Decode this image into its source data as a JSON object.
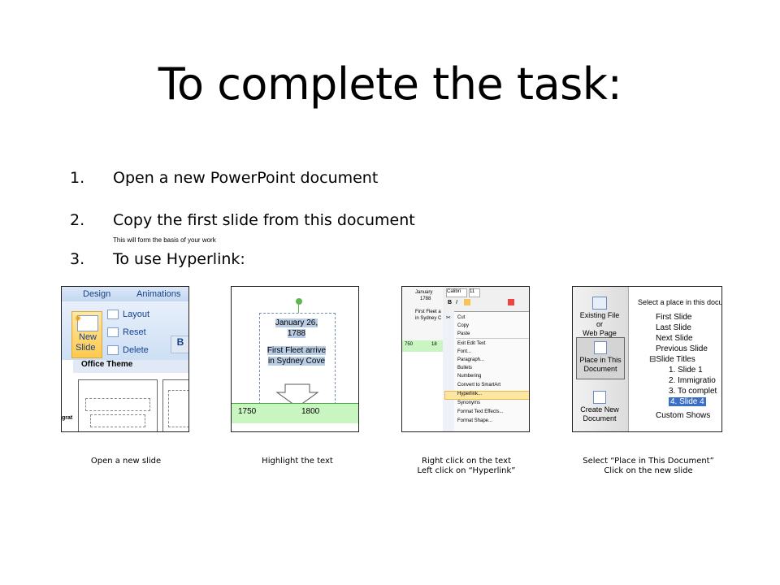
{
  "title": "To complete the task:",
  "steps": [
    {
      "num": "1.",
      "text": "Open a new PowerPoint document"
    },
    {
      "num": "2.",
      "text": "Copy the first slide from this document"
    },
    {
      "num": "3.",
      "text": "To use Hyperlink:"
    }
  ],
  "note": "This will form the basis of your work",
  "screens": {
    "s1": {
      "tab_design": "Design",
      "tab_animations": "Animations",
      "new_slide_line1": "New",
      "new_slide_line2": "Slide",
      "layout": "Layout",
      "reset": "Reset",
      "delete": "Delete",
      "office_theme": "Office Theme",
      "bold": "B",
      "grat": "grat"
    },
    "s2": {
      "date_line1": "January 26,",
      "date_line2": "1788",
      "event_line1": "First Fleet arrive",
      "event_line2": "in Sydney Cove",
      "year1": "1750",
      "year2": "1800"
    },
    "s3": {
      "font": "Calibri",
      "size": "11",
      "cut": "Cut",
      "copy": "Copy",
      "paste": "Paste",
      "exit": "Exit Edit Text",
      "font_item": "Font...",
      "paragraph": "Paragraph...",
      "bullets": "Bullets",
      "numbering": "Numbering",
      "smartart": "Convert to SmartArt",
      "hyperlink": "Hyperlink...",
      "synonyms": "Synonyms",
      "text_effects": "Format Text Effects...",
      "format_shape": "Format Shape...",
      "snip_title": "January",
      "snip_year": "1788",
      "snip_event": "First Fleet a",
      "snip_event2": "in Sydney C",
      "y1": "750",
      "y2": "18"
    },
    "s4": {
      "existing_line1": "Existing File or",
      "existing_line2": "Web Page",
      "place_line1": "Place in This",
      "place_line2": "Document",
      "create_line1": "Create New",
      "create_line2": "Document",
      "header": "Select a place in this docu",
      "tree": [
        "First Slide",
        "Last Slide",
        "Next Slide",
        "Previous Slide",
        "Slide Titles",
        "1. Slide 1",
        "2. Immigratio",
        "3. To complet",
        "4. Slide 4",
        "Custom Shows"
      ]
    }
  },
  "captions": {
    "c1": "Open a new slide",
    "c2": "Highlight the text",
    "c3_line1": "Right click on the text",
    "c3_line2": "Left click on “Hyperlink”",
    "c4_line1": "Select “Place in This Document”",
    "c4_line2": "Click on the new slide"
  }
}
